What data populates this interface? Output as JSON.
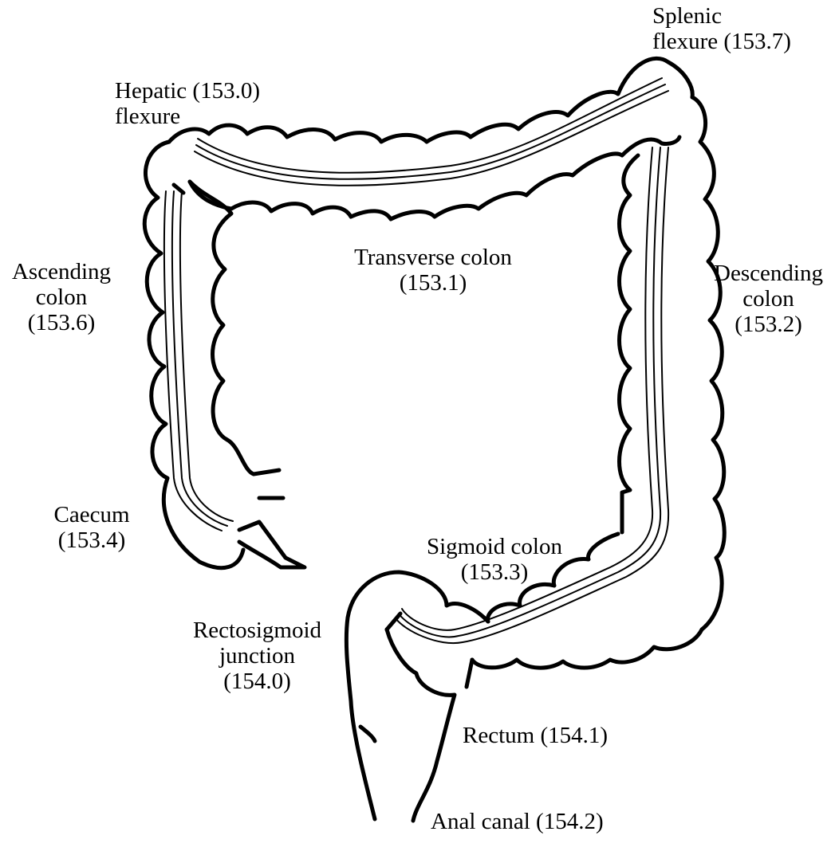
{
  "labels": {
    "splenic_flexure": {
      "line1": "Splenic",
      "line2": "flexure  (153.7)"
    },
    "hepatic_flexure": {
      "line1": "Hepatic  (153.0)",
      "line2": "flexure"
    },
    "transverse_colon": {
      "line1": "Transverse colon",
      "line2": "(153.1)"
    },
    "ascending_colon": {
      "line1": "Ascending",
      "line2": "colon",
      "line3": "(153.6)"
    },
    "descending_colon": {
      "line1": "Descending",
      "line2": "colon",
      "line3": "(153.2)"
    },
    "caecum": {
      "line1": "Caecum",
      "line2": "(153.4)"
    },
    "sigmoid_colon": {
      "line1": "Sigmoid colon",
      "line2": "(153.3)"
    },
    "rectosigmoid_junction": {
      "line1": "Rectosigmoid",
      "line2": "junction",
      "line3": "(154.0)"
    },
    "rectum": {
      "text": "Rectum  (154.1)"
    },
    "anal_canal": {
      "text": "Anal canal  (154.2)"
    }
  }
}
